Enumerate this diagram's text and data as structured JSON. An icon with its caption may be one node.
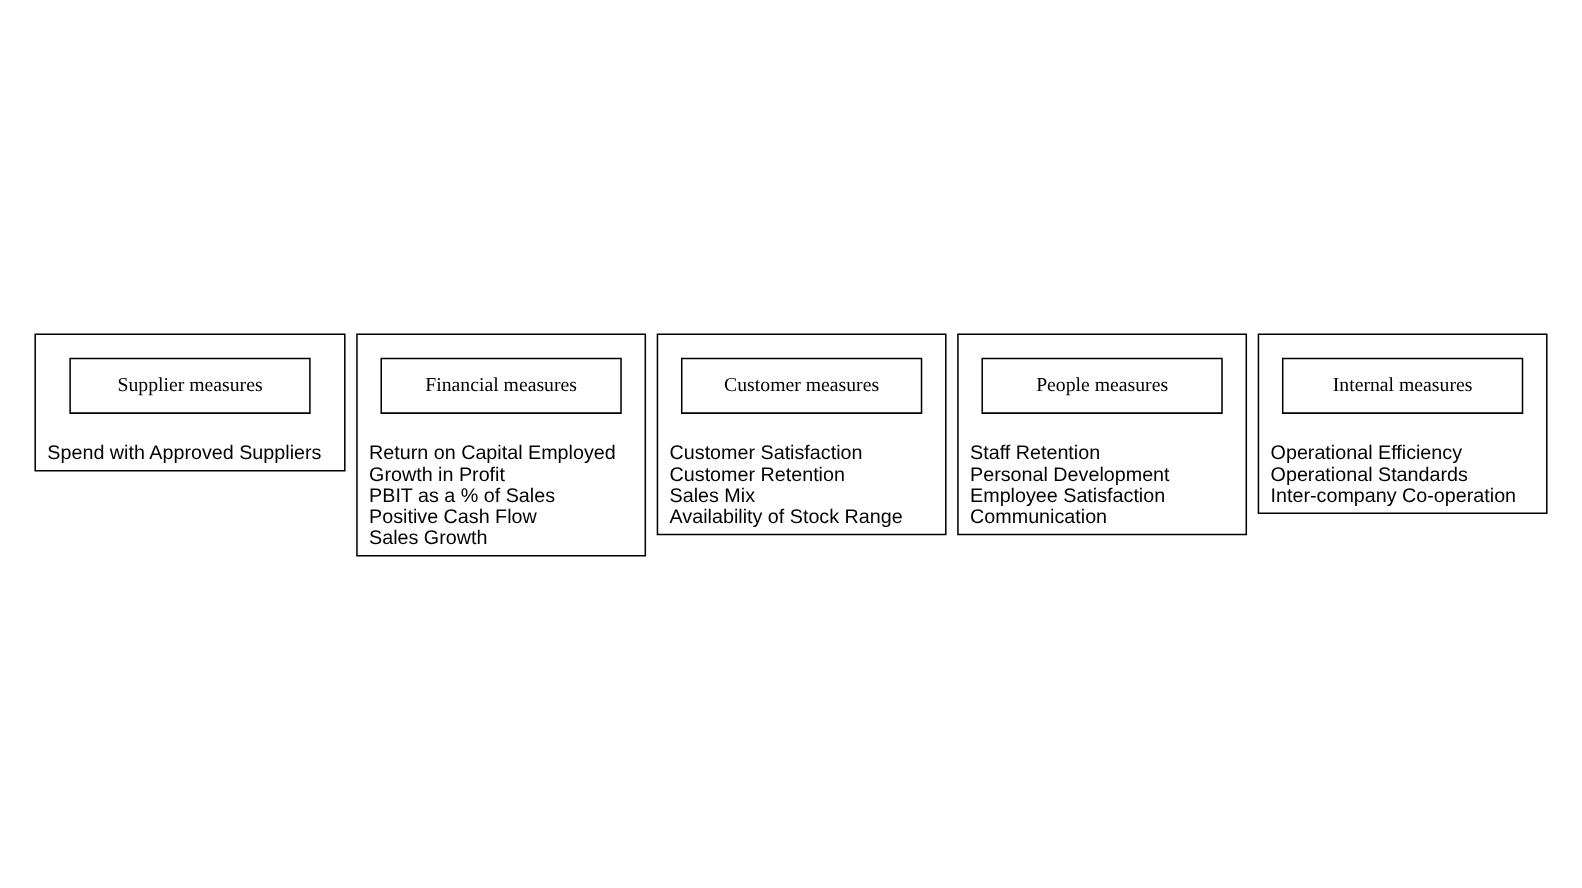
{
  "diagram": {
    "nodes": [
      {
        "text": [
          "Spend with Approved Suppliers"
        ]
      },
      {
        "text": [
          "Supplier measures"
        ],
        "in": 0
      },
      {
        "text": [
          "Return on Capital Employed",
          "Growth in Profit",
          "PBIT as a % of Sales",
          "Positive Cash Flow",
          "Sales Growth"
        ]
      },
      {
        "text": [
          "Financial measures"
        ],
        "in": 2
      },
      {
        "text": [
          "Customer Satisfaction",
          "Customer Retention",
          "Sales Mix",
          "Availability of Stock Range"
        ]
      },
      {
        "text": [
          "Customer measures"
        ],
        "in": 4
      },
      {
        "text": [
          "Staff Retention",
          "Personal Development",
          "Employee Satisfaction",
          "Communication"
        ]
      },
      {
        "text": [
          "People measures"
        ],
        "in": 6
      },
      {
        "text": [
          "Operational Efficiency",
          "Operational Standards",
          "Inter-company Co-operation"
        ]
      },
      {
        "text": [
          "Internal measures"
        ],
        "in": 8
      }
    ],
    "edges": []
  }
}
